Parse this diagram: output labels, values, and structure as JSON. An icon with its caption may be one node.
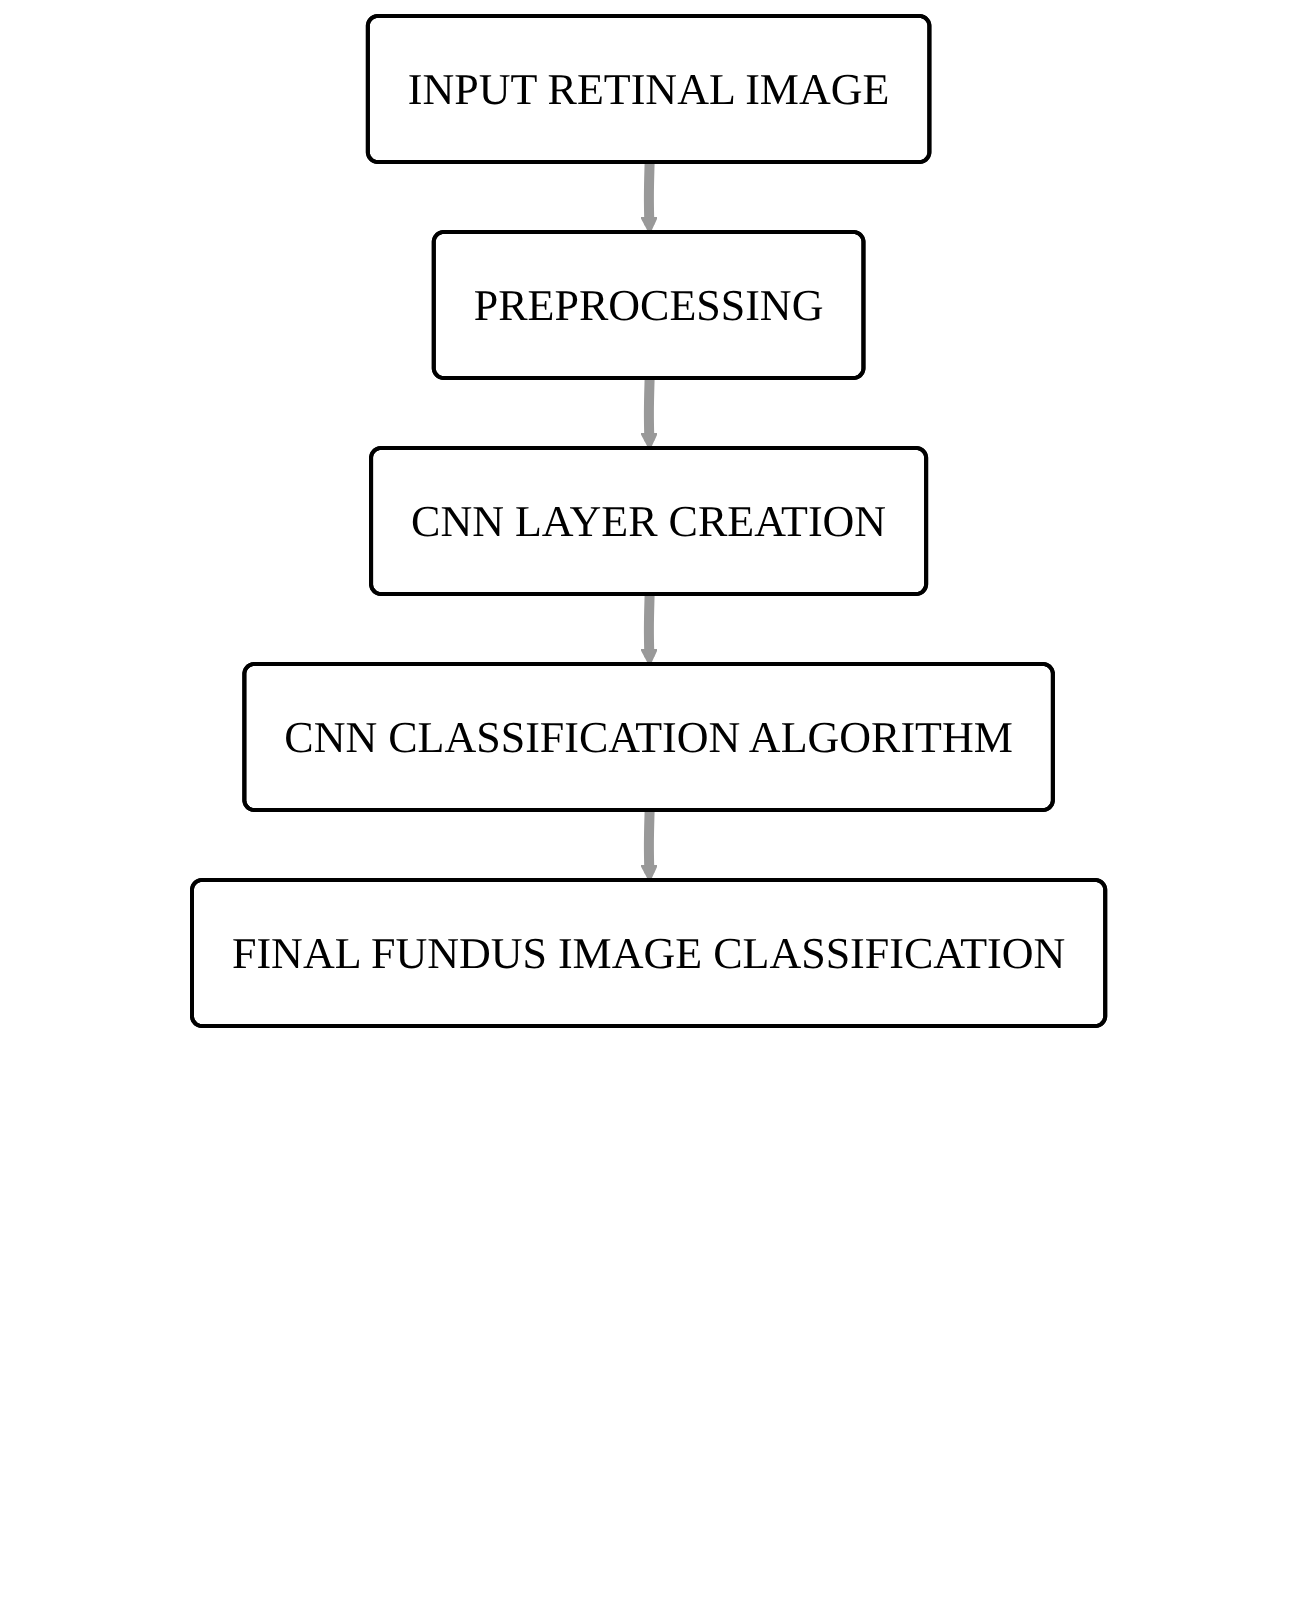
{
  "diagram": {
    "nodes": [
      {
        "text": [
          "INPUT RETINAL IMAGE"
        ]
      },
      {
        "text": [
          "PREPROCESSING"
        ]
      },
      {
        "text": [
          "CNN LAYER CREATION"
        ]
      },
      {
        "text": [
          "CNN CLASSIFICATION ALGORITHM"
        ]
      },
      {
        "text": [
          "FINAL FUNDUS IMAGE CLASSIFICATION"
        ]
      }
    ],
    "edges": [
      {
        "from": 0,
        "to": 1,
        "arrow": "to"
      },
      {
        "from": 1,
        "to": 2,
        "arrow": "to"
      },
      {
        "from": 2,
        "to": 3,
        "arrow": "to"
      },
      {
        "from": 3,
        "to": 4,
        "arrow": "to"
      }
    ]
  }
}
